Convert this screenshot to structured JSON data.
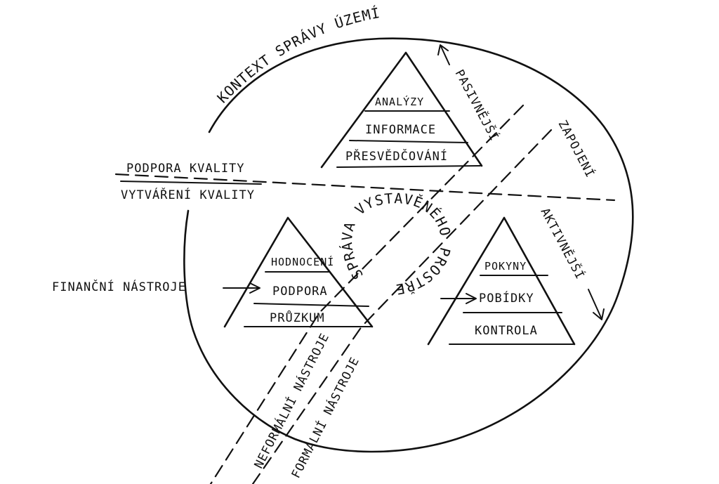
{
  "pyramids": {
    "top": {
      "levels": [
        "ANALÝZY",
        "INFORMACE",
        "PŘESVĚDČOVÁNÍ"
      ]
    },
    "left": {
      "levels": [
        "HODNOCENÍ",
        "PODPORA",
        "PRŮZKUM"
      ]
    },
    "right": {
      "levels": [
        "POKYNY",
        "POBÍDKY",
        "KONTROLA"
      ]
    }
  },
  "labels": {
    "context": "KONTEXT SPRÁVY ÚZEMÍ",
    "quality_support": "PODPORA KVALITY",
    "quality_creation": "VYTVÁŘENÍ KVALITY",
    "financial": "FINANČNÍ NÁSTROJE",
    "center": "SPRÁVA VYSTAVĚNÉHO PROSTŘEDÍ",
    "passive": "PASIVNĚJŠÍ",
    "active": "AKTIVNĚJŠÍ",
    "engagement": "ZAPOJENÍ",
    "informal": "NEFORMÁLNÍ NÁSTROJE",
    "formal": "FORMÁLNÍ NÁSTROJE"
  },
  "colors": {
    "ink": "#111111",
    "background": "#ffffff"
  }
}
